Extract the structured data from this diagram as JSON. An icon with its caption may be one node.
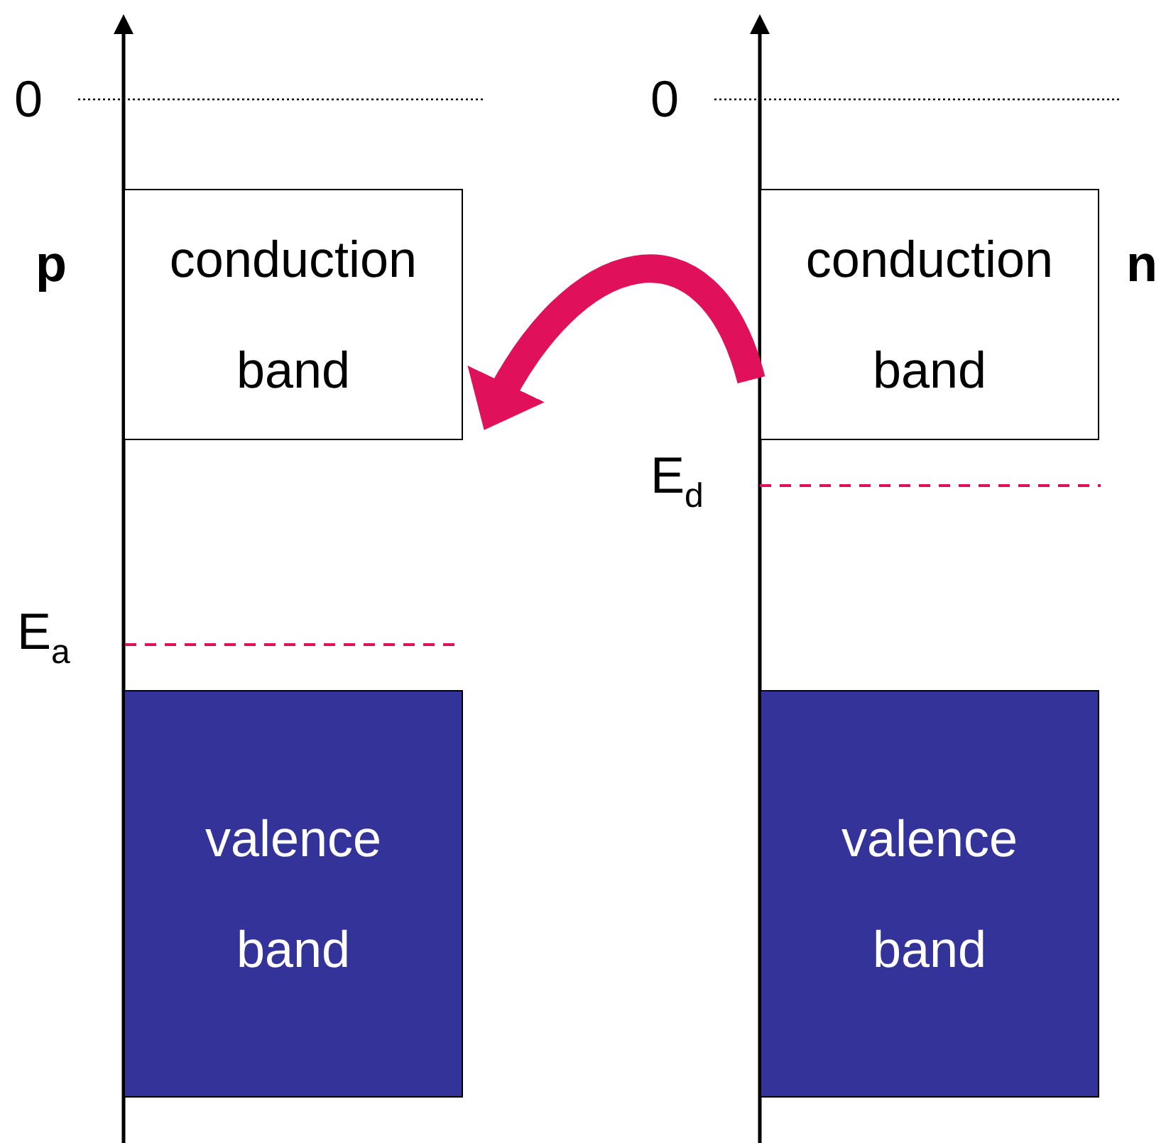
{
  "diagram": {
    "nodes": [
      {
        "text": [
          "conduction band"
        ]
      },
      {
        "text": [
          "valence band"
        ]
      },
      {
        "text": [
          "conduction band"
        ]
      },
      {
        "text": [
          "valence band"
        ]
      }
    ],
    "edges": [
      {
        "from": 2,
        "to": 0,
        "arrow": "to"
      }
    ],
    "labels": [
      "0",
      "0",
      "p",
      "n",
      "E$_{d}$",
      "E$_{a}$"
    ]
  }
}
